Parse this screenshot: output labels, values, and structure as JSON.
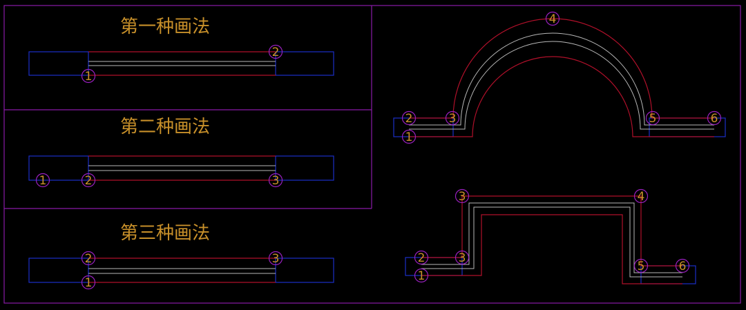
{
  "methods": [
    {
      "title": "第一种画法",
      "markers": [
        "1",
        "2"
      ]
    },
    {
      "title": "第二种画法",
      "markers": [
        "1",
        "2",
        "3"
      ]
    },
    {
      "title": "第三种画法",
      "markers": [
        "1",
        "2",
        "3"
      ]
    }
  ],
  "arch_markers": [
    "1",
    "2",
    "3",
    "4",
    "5",
    "6"
  ],
  "step_markers": [
    "1",
    "2",
    "3",
    "4",
    "5",
    "6"
  ],
  "colors": {
    "background": "#000000",
    "frame": "#8a1aa8",
    "pad": "#1c2ec8",
    "trace_outline": "#b0102a",
    "trace_center": "#b9b9b9",
    "label": "#c8902a"
  }
}
